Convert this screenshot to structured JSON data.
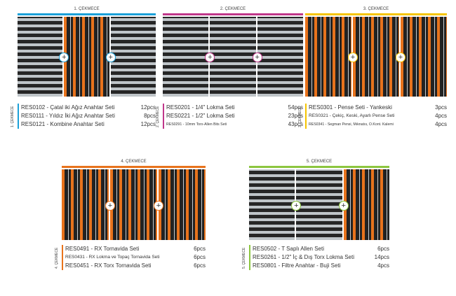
{
  "colors": {
    "s1": "#1ba0d8",
    "s2": "#c0378a",
    "s3": "#f5c400",
    "s4": "#e8731c",
    "s5": "#8cc63f"
  },
  "sections": [
    {
      "title": "1. ÇEKMECE",
      "side": "1. ÇEKMECE",
      "items": [
        {
          "code": "RES0102 - Çatal iki Ağız Anahtar Seti",
          "qty": "12pcs"
        },
        {
          "code": "RES0111 - Yıldız İki Ağız Anahtar Seti",
          "qty": "8pcs"
        },
        {
          "code": "RES0121 - Kombine Anahtar Seti",
          "qty": "12pcs"
        }
      ]
    },
    {
      "title": "2. ÇEKMECE",
      "side": "2. ÇEKMECE",
      "items": [
        {
          "code": "RES0201 - 1/4\" Lokma Seti",
          "qty": "54pcs"
        },
        {
          "code": "RES0221 - 1/2\" Lokma Seti",
          "qty": "23pcs"
        },
        {
          "code": "RES0291 - 10mm Torx-Allen Bits Seti",
          "qty": "43pcs"
        }
      ]
    },
    {
      "title": "3. ÇEKMECE",
      "side": "3. ÇEKMECE",
      "items": [
        {
          "code": "RES0301 - Pense Seti - Yankeski",
          "qty": "3pcs"
        },
        {
          "code": "RES0321 - Çekiç, Keski, Ayarlı Pense Seti",
          "qty": "4pcs"
        },
        {
          "code": "RES0341 - Segman Pensi, Mıknatıs, O.Kont. Kalemi",
          "qty": "4pcs"
        }
      ]
    },
    {
      "title": "4. ÇEKMECE",
      "side": "4. ÇEKMECE",
      "items": [
        {
          "code": "RES0491 - RX Tornavida Seti",
          "qty": "6pcs"
        },
        {
          "code": "RES0431 - RX Lokma ve Topaç Tornavida Seti",
          "qty": "6pcs"
        },
        {
          "code": "RES0451 - RX Torx Tornavida Seti",
          "qty": "6pcs"
        }
      ]
    },
    {
      "title": "5. ÇEKMECE",
      "side": "5. ÇEKMECE",
      "items": [
        {
          "code": "RES0502 - T Saplı Allen Seti",
          "qty": "6pcs"
        },
        {
          "code": "RES0261 - 1/2\" İç & Dış Torx Lokma Seti",
          "qty": "14pcs"
        },
        {
          "code": "RES0801 - Filtre Anahtar - Buji Seti",
          "qty": "4pcs"
        }
      ]
    }
  ],
  "plus": "+"
}
